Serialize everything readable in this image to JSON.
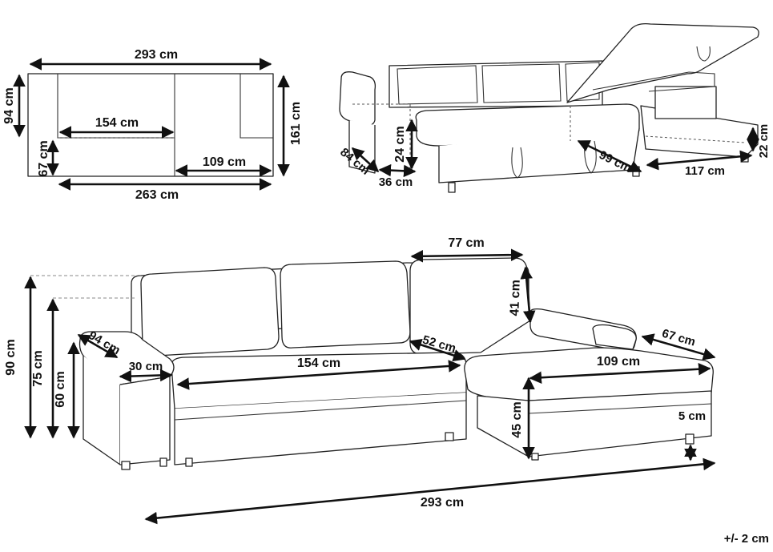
{
  "plan_view": {
    "overall_width": "293 cm",
    "depth_left": "94 cm",
    "seat_width": "154 cm",
    "total_depth": "161 cm",
    "front_depth": "67 cm",
    "chaise_width": "109 cm",
    "base_width": "263 cm"
  },
  "open_view": {
    "arm_depth": "84 cm",
    "arm_width": "36 cm",
    "arm_height": "24 cm",
    "bed_extension": "99 cm",
    "storage_length": "117 cm",
    "storage_height": "22 cm"
  },
  "front_view": {
    "back_depth": "77 cm",
    "back_height": "41 cm",
    "arm_depth": "94 cm",
    "arm_width": "30 cm",
    "seat_width": "154 cm",
    "seat_depth": "52 cm",
    "chaise_depth": "67 cm",
    "chaise_width": "109 cm",
    "total_height": "90 cm",
    "arm_height": "75 cm",
    "seat_height": "60 cm",
    "chaise_height": "45 cm",
    "leg_height": "5 cm",
    "overall_width": "293 cm"
  },
  "tolerance": "+/- 2 cm"
}
